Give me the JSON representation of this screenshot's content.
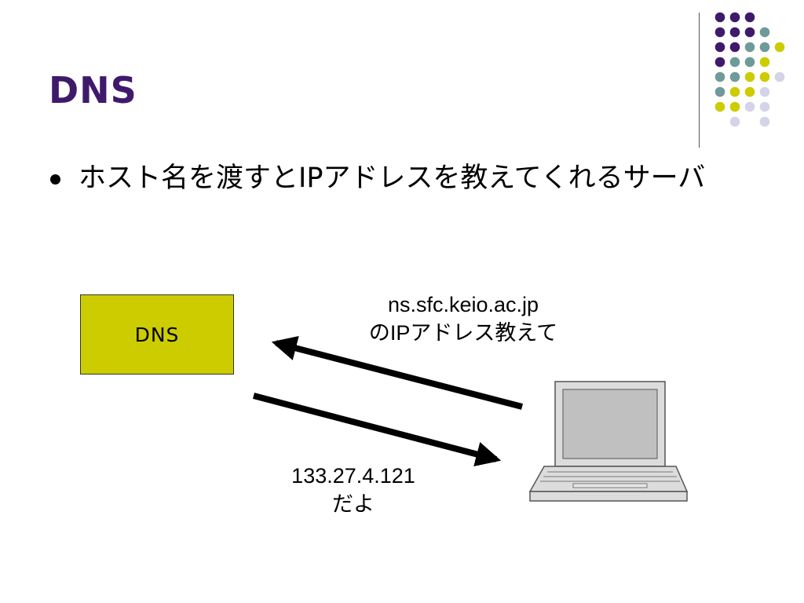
{
  "slide": {
    "title": "DNS",
    "bullet": "ホスト名を渡すとIPアドレスを教えてくれるサーバ"
  },
  "colors": {
    "title": "#3f1a6b",
    "dns_box_fill": "#cccc00",
    "dot_purple": "#3f1a6b",
    "dot_teal": "#6f9a9a",
    "dot_yellow": "#cccc00",
    "dot_lavender": "#d4d4e8",
    "arrow": "#000000",
    "laptop_body": "#dcdcdc",
    "laptop_screen": "#c0c0c0"
  },
  "diagram": {
    "server_label": "DNS",
    "request_lines": [
      "ns.sfc.keio.ac.jp",
      "のIPアドレス教えて"
    ],
    "response_lines": [
      "133.27.4.121",
      "だよ"
    ],
    "client_icon": "laptop-icon"
  },
  "decoration": {
    "dot_grid": [
      [
        "purple",
        "purple",
        "purple",
        "",
        ""
      ],
      [
        "purple",
        "purple",
        "purple",
        "teal",
        ""
      ],
      [
        "purple",
        "purple",
        "teal",
        "teal",
        "yellow"
      ],
      [
        "purple",
        "teal",
        "teal",
        "yellow",
        ""
      ],
      [
        "teal",
        "teal",
        "yellow",
        "yellow",
        "lavender"
      ],
      [
        "teal",
        "yellow",
        "yellow",
        "lavender",
        ""
      ],
      [
        "yellow",
        "yellow",
        "lavender",
        "lavender",
        ""
      ],
      [
        "",
        "lavender",
        "",
        "lavender",
        ""
      ]
    ]
  }
}
